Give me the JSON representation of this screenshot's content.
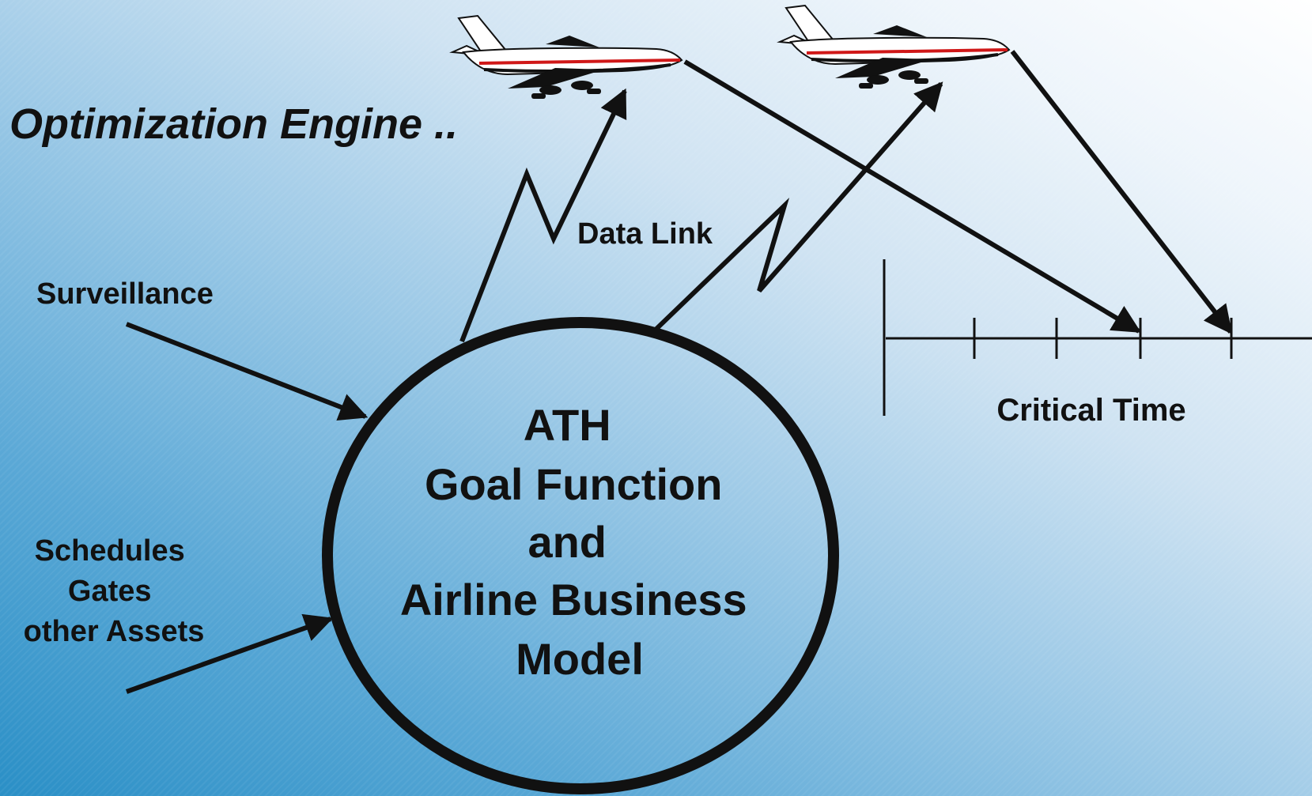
{
  "title": "Optimization Engine ..",
  "labels": {
    "data_link": "Data Link",
    "surveillance": "Surveillance",
    "schedules": [
      "Schedules",
      "Gates",
      "other Assets"
    ],
    "critical_time": "Critical Time"
  },
  "center": {
    "lines": [
      "ATH",
      "Goal Function",
      "and",
      "Airline Business",
      "Model"
    ]
  },
  "icons": {
    "aircraft_1": "airplane-icon",
    "aircraft_2": "airplane-icon"
  },
  "colors": {
    "stroke": "#111111",
    "stripe_red": "#d01818"
  }
}
